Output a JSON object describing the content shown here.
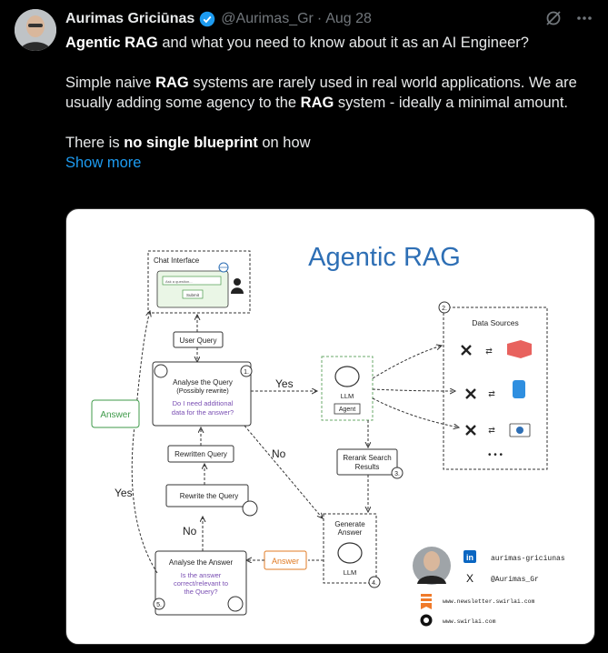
{
  "author": {
    "name": "Aurimas Griciūnas",
    "handle": "@Aurimas_Gr",
    "date": "Aug 28",
    "sep": "·"
  },
  "tweet": {
    "line1_bold": "Agentic RAG",
    "line1_rest": " and what you need to know about it as an AI Engineer?",
    "p2_a": "Simple naive ",
    "p2_b": "RAG",
    "p2_c": " systems are rarely used in real world applications. We are usually adding some agency to the ",
    "p2_d": "RAG",
    "p2_e": " system - ideally a minimal amount.",
    "p3_a": "There is ",
    "p3_b": "no single blueprint",
    "p3_c": " on how",
    "show_more": "Show more"
  },
  "diagram": {
    "title": "Agentic RAG",
    "chat_interface": "Chat Interface",
    "ask_placeholder": "Ask a question...",
    "submit": "Submit",
    "user_query": "User Query",
    "analyse_query": "Analyse the Query",
    "possibly_rewrite": "(Possibly rewrite)",
    "need_data_1": "Do I need additional",
    "need_data_2": "data for the answer?",
    "yes": "Yes",
    "no": "No",
    "llm": "LLM",
    "agent": "Agent",
    "data_sources": "Data Sources",
    "dots": "• • •",
    "answer": "Answer",
    "rewritten_query": "Rewritten Query",
    "rewrite_the_query": "Rewrite the Query",
    "rerank_1": "Rerank Search",
    "rerank_2": "Results",
    "generate_1": "Generate",
    "generate_2": "Answer",
    "analyse_answer": "Analyse the Answer",
    "relevant_1": "Is the answer",
    "relevant_2": "correct/relevant to",
    "relevant_3": "the Query?",
    "n1": "1.",
    "n2": "2.",
    "n3": "3.",
    "n4": "4.",
    "n5": "5.",
    "linkedin": "aurimas-griciunas",
    "x_handle": "@Aurimas_Gr",
    "newsletter": "www.newsletter.swirlai.com",
    "site": "www.swirlai.com"
  },
  "colors": {
    "title_blue": "#2e6fb5",
    "answer_green": "#3f9a4a",
    "answer_orange": "#e07b24",
    "question_purple": "#7a4fb3",
    "link_blue": "#1d9bf0"
  }
}
